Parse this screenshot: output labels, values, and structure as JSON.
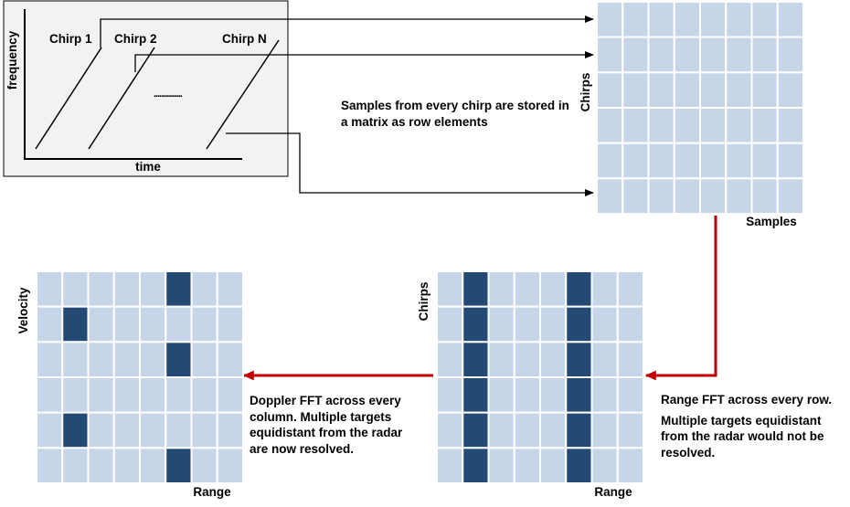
{
  "chirp_plot": {
    "y_axis_label": "frequency",
    "x_axis_label": "time",
    "chirp_labels": [
      "Chirp 1",
      "Chirp 2",
      "Chirp N"
    ],
    "ellipsis": "..............."
  },
  "data_matrix": {
    "rows": 6,
    "cols": 8,
    "y_label": "Chirps",
    "x_label": "Samples",
    "caption": "Samples from every chirp are stored in a matrix as row elements"
  },
  "range_matrix": {
    "rows": 6,
    "cols": 8,
    "y_label": "Chirps",
    "x_label": "Range",
    "highlighted_columns": [
      1,
      5
    ],
    "caption_lines": [
      "Range FFT across every row.",
      "Multiple targets equidistant from the radar would not be resolved."
    ]
  },
  "doppler_matrix": {
    "rows": 6,
    "cols": 8,
    "y_label": "Velocity",
    "x_label": "Range",
    "highlighted_cells": [
      [
        0,
        5
      ],
      [
        1,
        1
      ],
      [
        2,
        5
      ],
      [
        4,
        1
      ],
      [
        5,
        5
      ]
    ],
    "caption": "Doppler FFT across every column. Multiple targets equidistant from the radar are now resolved."
  },
  "colors": {
    "cell": "#c6d6e8",
    "highlight": "#234a74",
    "grid_line": "#ffffff",
    "arrow_red": "#c00000",
    "arrow_black": "#000000",
    "plot_background": "#f2f2f2"
  }
}
